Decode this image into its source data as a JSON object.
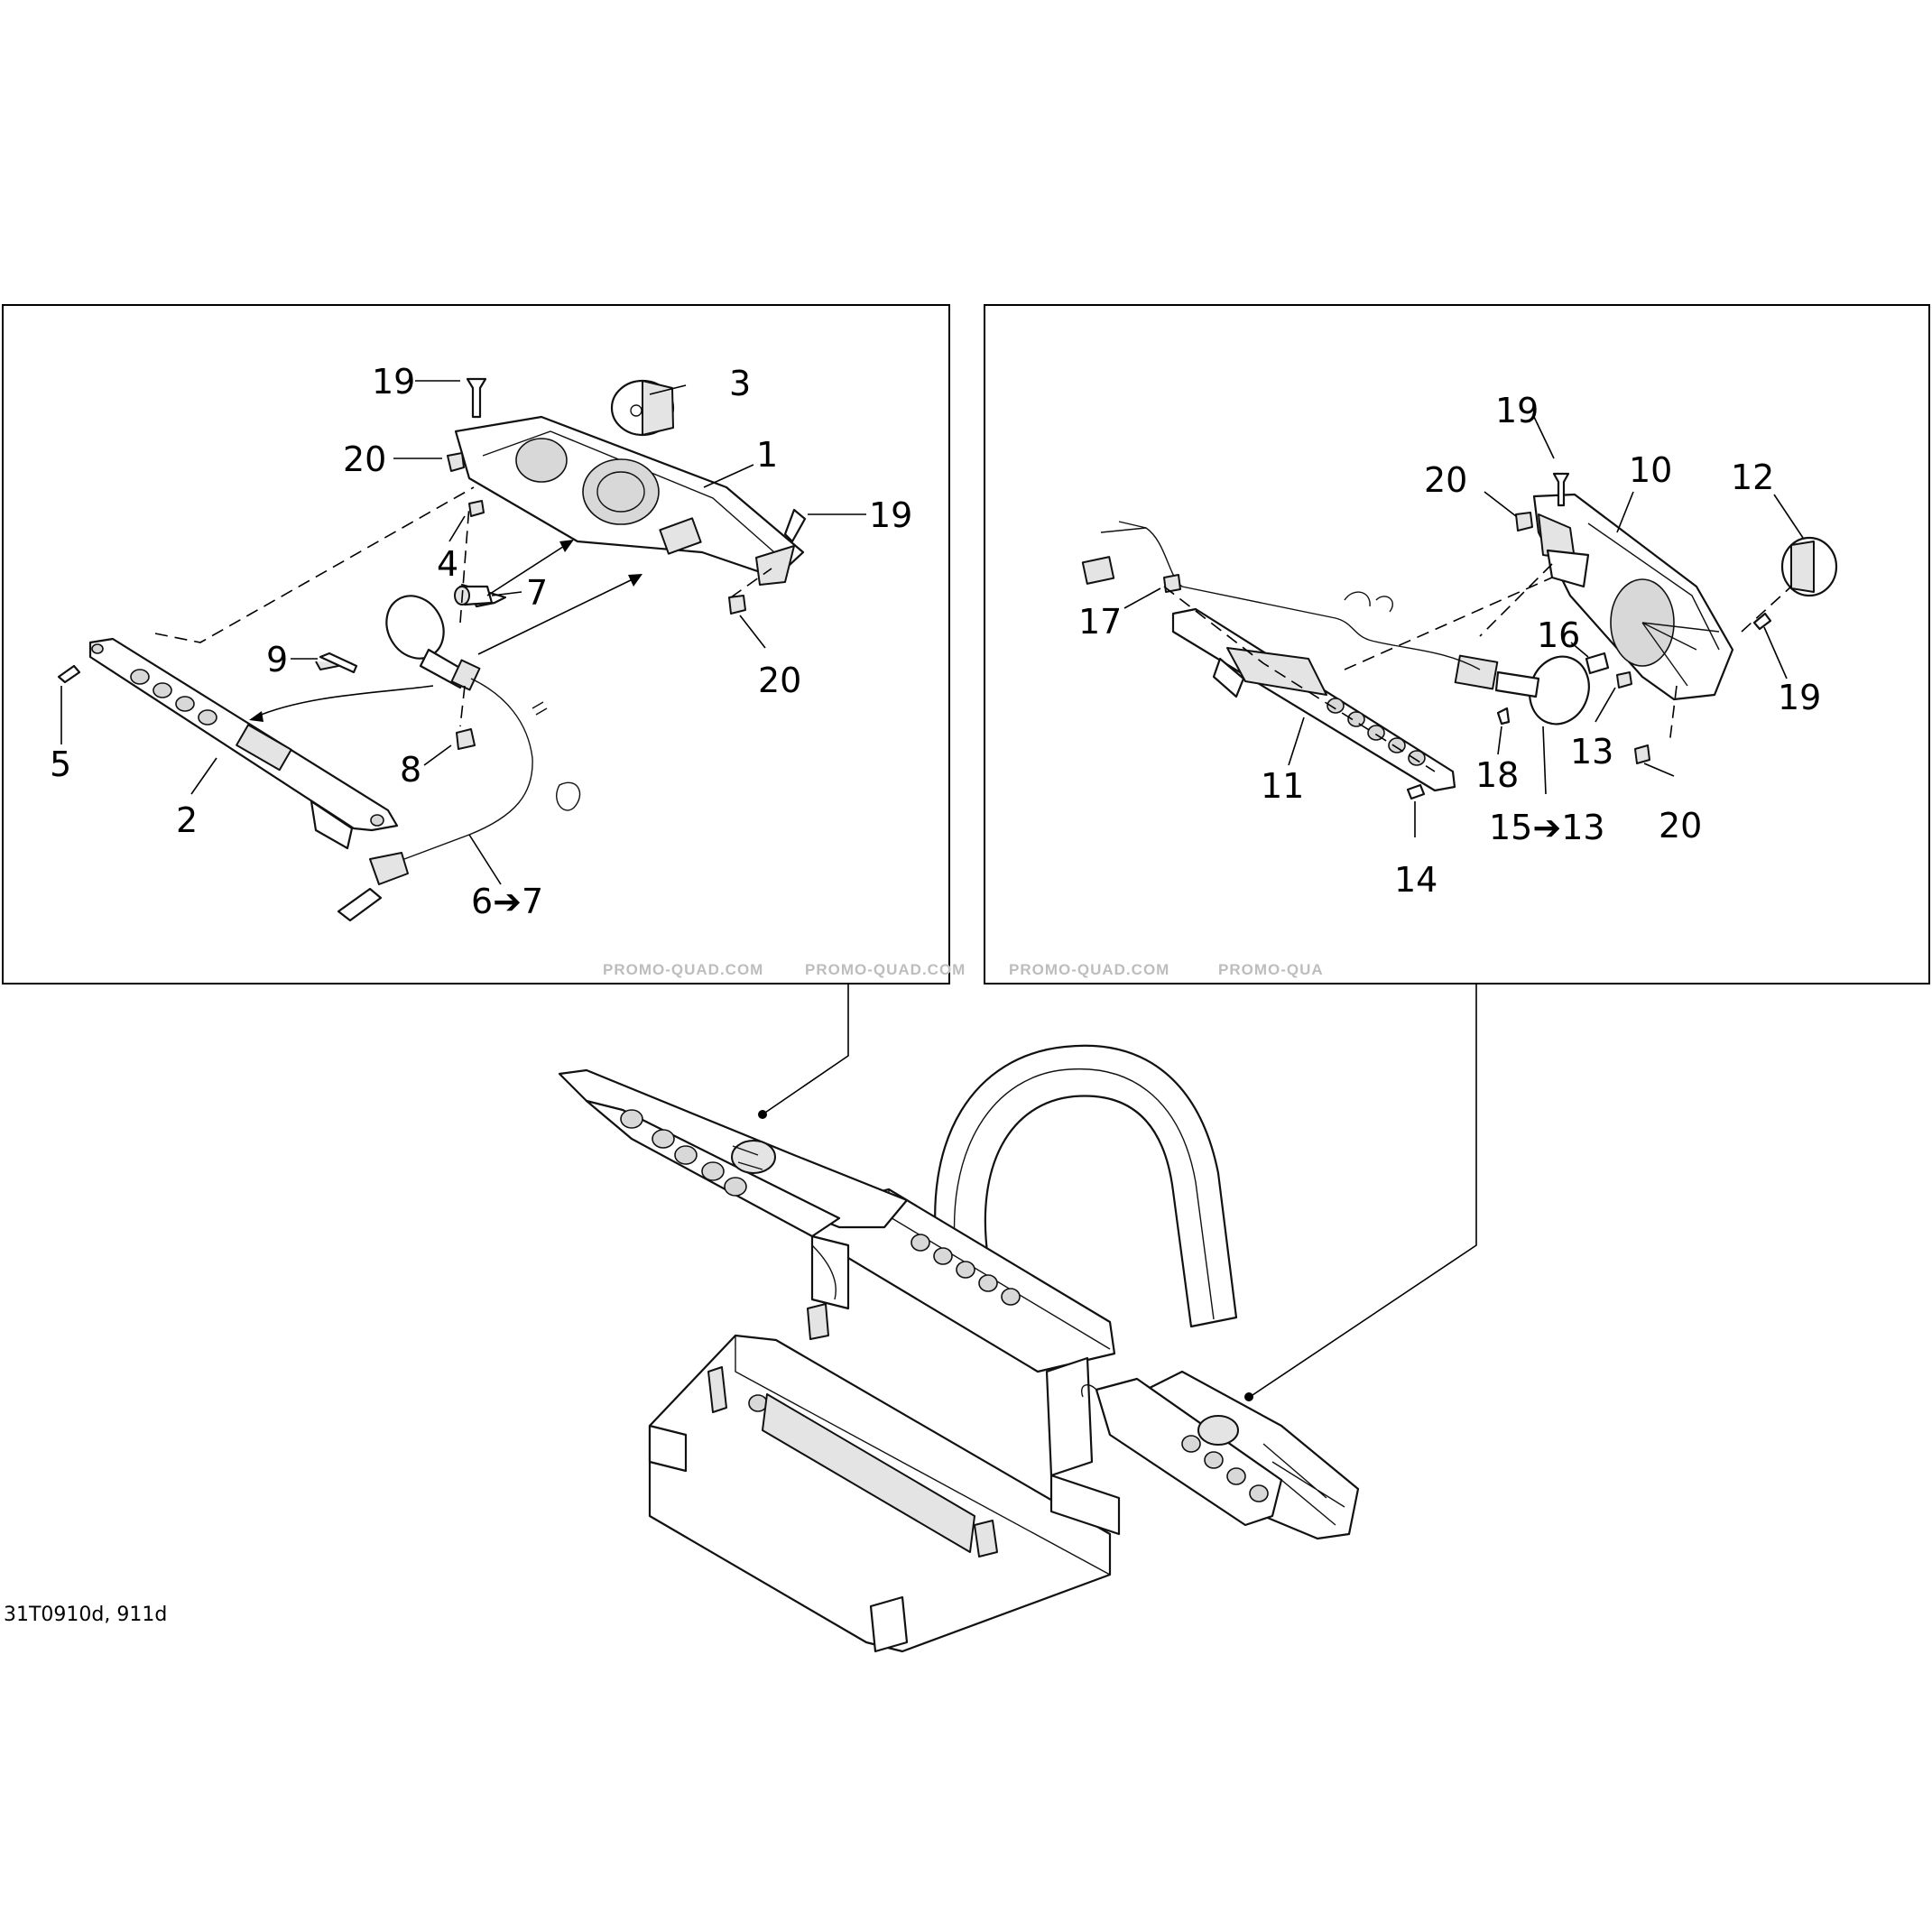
{
  "callouts_left": {
    "c19a": "19",
    "c3": "3",
    "c20a": "20",
    "c1": "1",
    "c19b": "19",
    "c4": "4",
    "c7": "7",
    "c20b": "20",
    "c9": "9",
    "c5": "5",
    "c8": "8",
    "c2": "2",
    "c6": "6➔7"
  },
  "callouts_right": {
    "c19a": "19",
    "c10": "10",
    "c12": "12",
    "c20a": "20",
    "c17": "17",
    "c16": "16",
    "c19b": "19",
    "c13": "13",
    "c11": "11",
    "c18": "18",
    "c14": "14",
    "c15": "15➔13",
    "c20b": "20"
  },
  "watermarks": [
    "PROMO-QUAD.COM",
    "PROMO-QUAD.COM",
    "PROMO-QUAD.COM",
    "PROMO-QUA"
  ],
  "drawing_code": "31T0910d, 911d"
}
